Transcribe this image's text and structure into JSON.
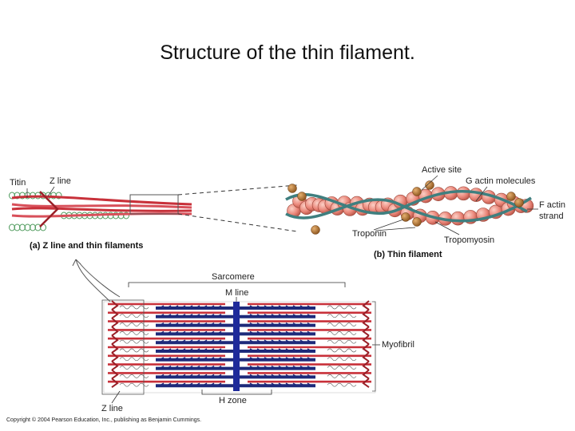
{
  "title": "Structure of the thin filament.",
  "labels": {
    "titin": "Titin",
    "z_line_top": "Z line",
    "panel_a": "(a) Z line and thin filaments",
    "active_site": "Active site",
    "g_actin": "G actin molecules",
    "f_actin_1": "F actin",
    "f_actin_2": "strand",
    "troponin": "Troponin",
    "tropomyosin": "Tropomyosin",
    "panel_b": "(b) Thin filament",
    "sarcomere": "Sarcomere",
    "m_line": "M line",
    "myofibril": "Myofibril",
    "z_line_bottom": "Z line",
    "h_zone": "H zone"
  },
  "copyright": "Copyright © 2004 Pearson Education, Inc., publishing as Benjamin Cummings.",
  "colors": {
    "actin_bead": "#e9857a",
    "actin_bead_light": "#f6b3a6",
    "tropomyosin": "#3f7f7f",
    "troponin": "#b5762e",
    "thin_filament": "#c8313a",
    "thick_filament": "#1e2a7a",
    "titin": "#4e9a5c"
  }
}
